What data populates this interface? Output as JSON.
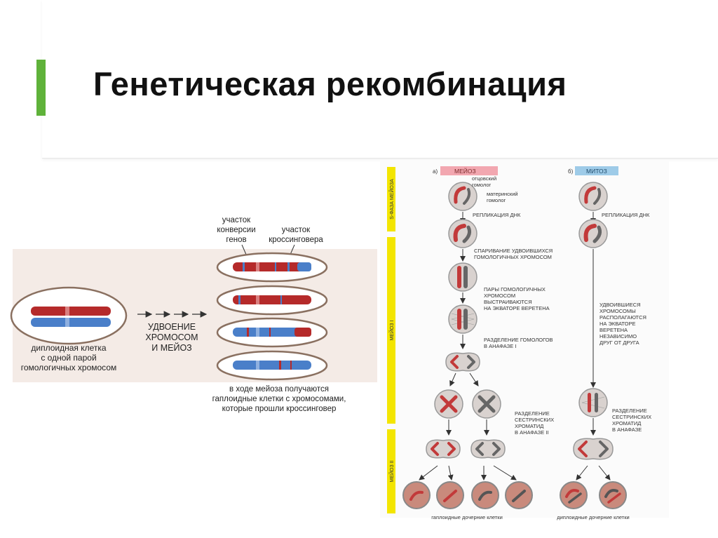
{
  "slide": {
    "title": "Генетическая рекомбинация"
  },
  "left_figure": {
    "label_gene_conversion": [
      "участок",
      "конверсии",
      "генов"
    ],
    "label_crossing_over": [
      "участок",
      "кроссинговера"
    ],
    "process_label": [
      "УДВОЕНИЕ",
      "ХРОМОСОМ",
      "И МЕЙОЗ"
    ],
    "diploid_caption": [
      "диплоидная клетка",
      "с одной парой",
      "гомологичных хромосом"
    ],
    "result_caption": [
      "в ходе мейоза получаются",
      "гаплоидные клетки с хромосомами,",
      "которые прошли кроссинговер"
    ]
  },
  "right_figure": {
    "meiosis_header": {
      "prefix": "а)",
      "label": "МЕЙОЗ"
    },
    "mitosis_header": {
      "prefix": "б)",
      "label": "МИТОЗ"
    },
    "phase_labels": {
      "s_phase": "S-ФАЗА МЕЙОЗА",
      "meiosis_1": "МЕЙОЗ I",
      "meiosis_2": "МЕЙОЗ II"
    },
    "homolog_labels": {
      "paternal": [
        "отцовский",
        "гомолог"
      ],
      "maternal": [
        "материнский",
        "гомолог"
      ]
    },
    "meiosis_steps": {
      "replication": "РЕПЛИКАЦИЯ ДНК",
      "pairing": [
        "СПАРИВАНИЕ УДВОИВШИХСЯ",
        "ГОМОЛОГИЧНЫХ ХРОМОСОМ"
      ],
      "alignment": [
        "ПАРЫ ГОМОЛОГИЧНЫХ",
        "ХРОМОСОМ",
        "ВЫСТРАИВАЮТСЯ",
        "НА ЭКВАТОРЕ ВЕРЕТЕНА"
      ],
      "anaphase_1": [
        "РАЗДЕЛЕНИЕ ГОМОЛОГОВ",
        "В АНАФАЗЕ I"
      ],
      "anaphase_2": [
        "РАЗДЕЛЕНИЕ",
        "СЕСТРИНСКИХ",
        "ХРОМАТИД",
        "В АНАФАЗЕ II"
      ]
    },
    "mitosis_steps": {
      "replication": "РЕПЛИКАЦИЯ ДНК",
      "alignment": [
        "УДВОИВШИЕСЯ",
        "ХРОМОСОМЫ",
        "РАСПОЛАГАЮТСЯ",
        "НА ЭКВАТОРЕ",
        "ВЕРЕТЕНА",
        "НЕЗАВИСИМО",
        "ДРУГ ОТ ДРУГА"
      ],
      "anaphase": [
        "РАЗДЕЛЕНИЕ",
        "СЕСТРИНСКИХ",
        "ХРОМАТИД",
        "В АНАФАЗЕ"
      ]
    },
    "haploid_caption": "гаплоидные дочерние клетки",
    "diploid_caption": "диплоидные дочерние клетки"
  },
  "colors": {
    "accent": "#5fb23a",
    "chromosome_red": "#b52a2a",
    "chromosome_blue": "#4a7fc9",
    "meiosis_header": "#f2a7b0",
    "mitosis_header": "#9ecbe8",
    "phase_bar": "#f3e500"
  }
}
